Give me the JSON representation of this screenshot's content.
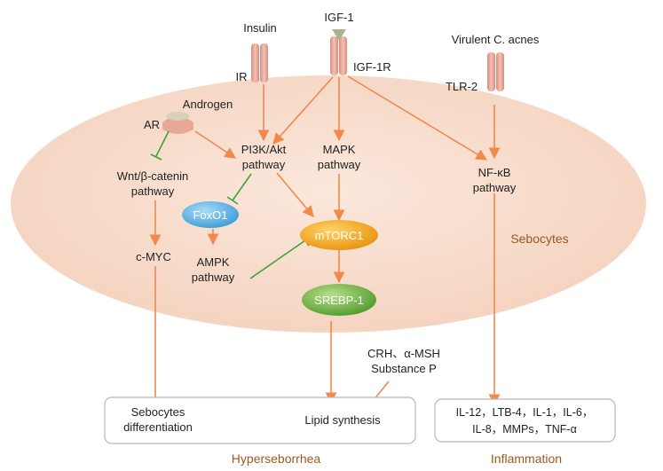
{
  "labels": {
    "insulin": "Insulin",
    "igf1": "IGF-1",
    "ir": "IR",
    "igf1r": "IGF-1R",
    "cacnes": "Virulent C. acnes",
    "tlr2": "TLR-2",
    "androgen": "Androgen",
    "ar": "AR",
    "pi3k_1": "PI3K/Akt",
    "pi3k_2": "pathway",
    "mapk_1": "MAPK",
    "mapk_2": "pathway",
    "nfkb_1": "NF-κB",
    "nfkb_2": "pathway",
    "wnt_1": "Wnt/β-catenin",
    "wnt_2": "pathway",
    "foxo1": "FoxO1",
    "mtorc1": "mTORC1",
    "sebocytes": "Sebocytes",
    "cmyc": "c-MYC",
    "ampk_1": "AMPK",
    "ampk_2": "pathway",
    "srebp1": "SREBP-1",
    "crh_1": "CRH、α-MSH",
    "crh_2": "Substance P",
    "seb_diff_1": "Sebocytes",
    "seb_diff_2": "differentiation",
    "lipid": "Lipid synthesis",
    "cyto_1": "IL-12，LTB-4，IL-1，IL-6，",
    "cyto_2": "IL-8，MMPs，TNF-α",
    "hyper": "Hyperseborrhea",
    "inflam": "Inflammation"
  },
  "colors": {
    "cell": "#f7dccc",
    "arrow": "#f0894a",
    "inhibit": "#3aa33a",
    "receptor": "#e8a898",
    "foxo1": "#6ab8e8",
    "mtorc1": "#f2a81c",
    "srebp1": "#6cae3e"
  }
}
